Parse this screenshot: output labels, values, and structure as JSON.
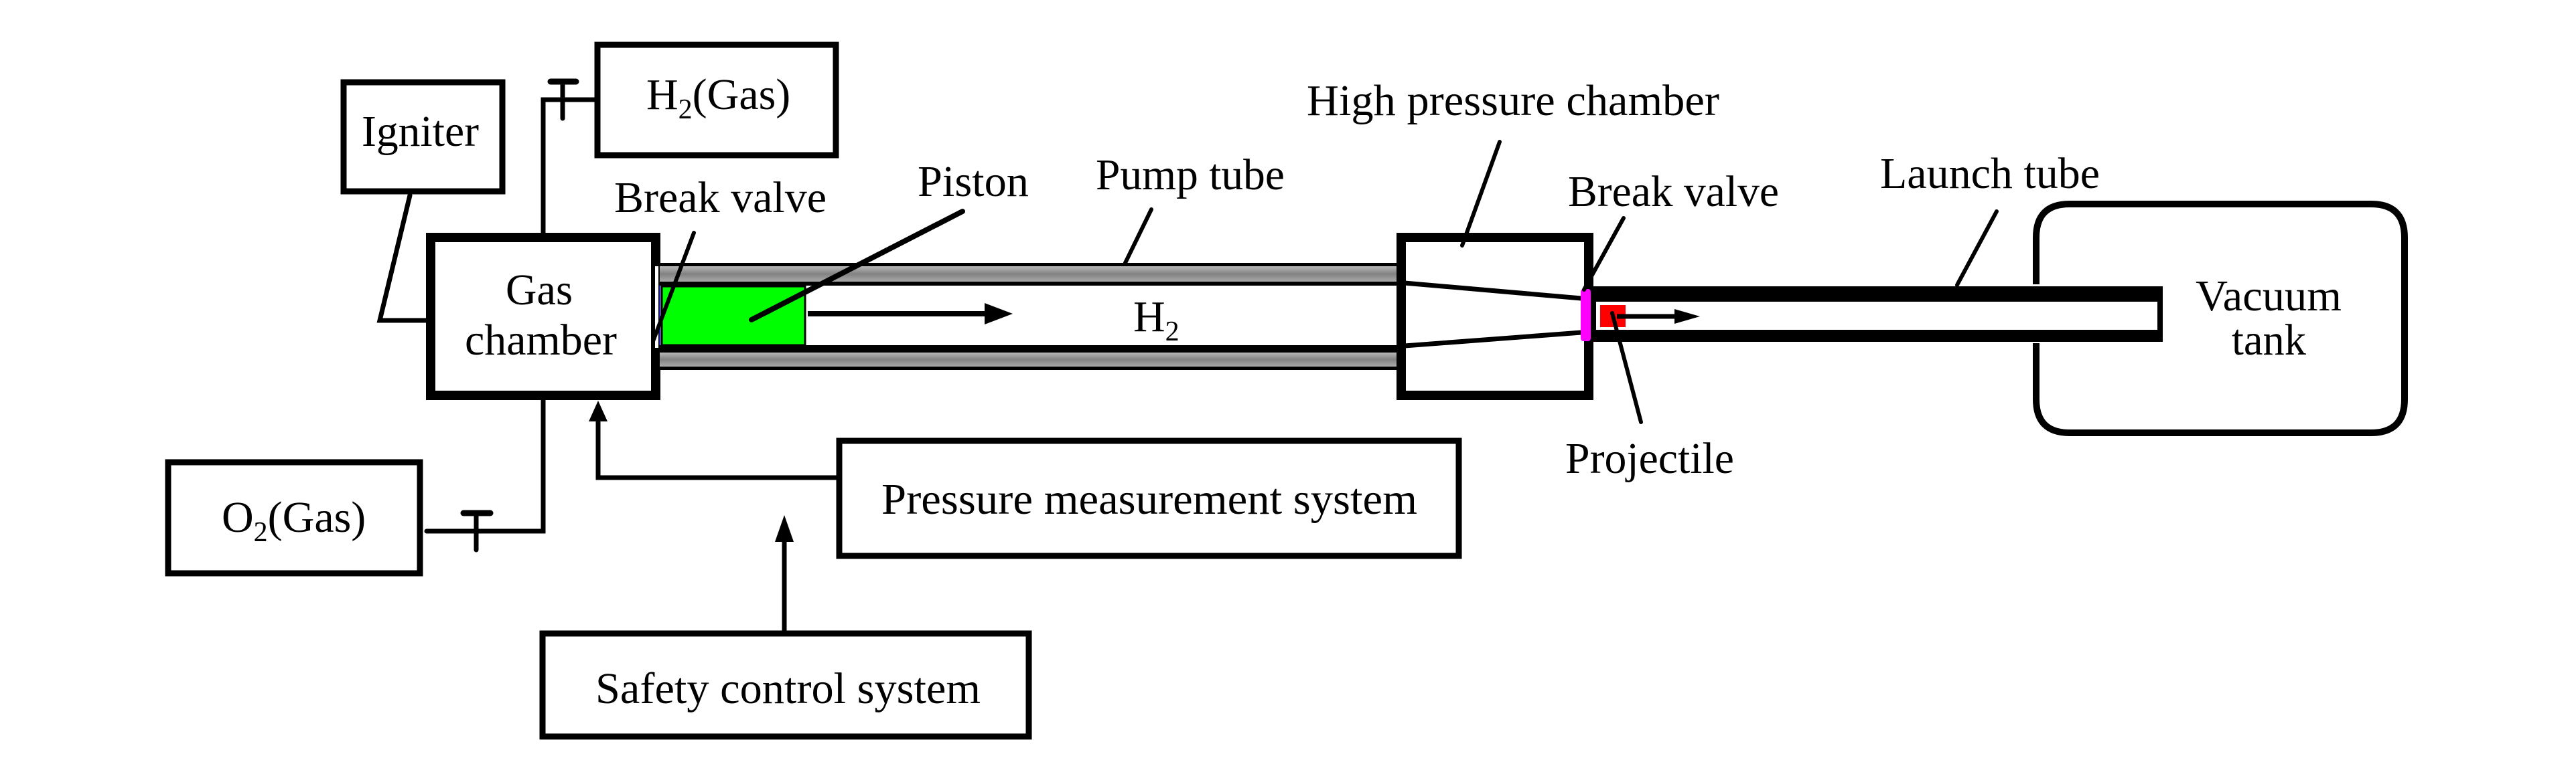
{
  "figure": {
    "title": "Two-stage light gas gun schematic",
    "colors": {
      "line": "#000000",
      "background": "#ffffff",
      "piston": "#00ff00",
      "break_valve_membrane": "#ff00ff",
      "projectile": "#ff0000",
      "tube_wall_light": "#b4b4b4",
      "tube_wall_dark": "#808080"
    }
  },
  "components": {
    "igniter": "Igniter",
    "h2_supply": {
      "main": "H",
      "sub": "2",
      "rest": "(Gas)"
    },
    "o2_supply": {
      "main": "O",
      "sub": "2",
      "rest": "(Gas)"
    },
    "gas_chamber": {
      "line1": "Gas",
      "line2": "chamber"
    },
    "pressure_measurement": "Pressure measurement system",
    "safety_control": "Safety control system",
    "vacuum_tank": {
      "line1": "Vacuum",
      "line2": "tank"
    }
  },
  "labels": {
    "break_valve_left": "Break valve",
    "piston": "Piston",
    "pump_tube": "Pump tube",
    "pump_gas": {
      "main": "H",
      "sub": "2"
    },
    "high_pressure_chamber": "High pressure chamber",
    "break_valve_right": "Break valve",
    "launch_tube": "Launch tube",
    "projectile": "Projectile"
  }
}
